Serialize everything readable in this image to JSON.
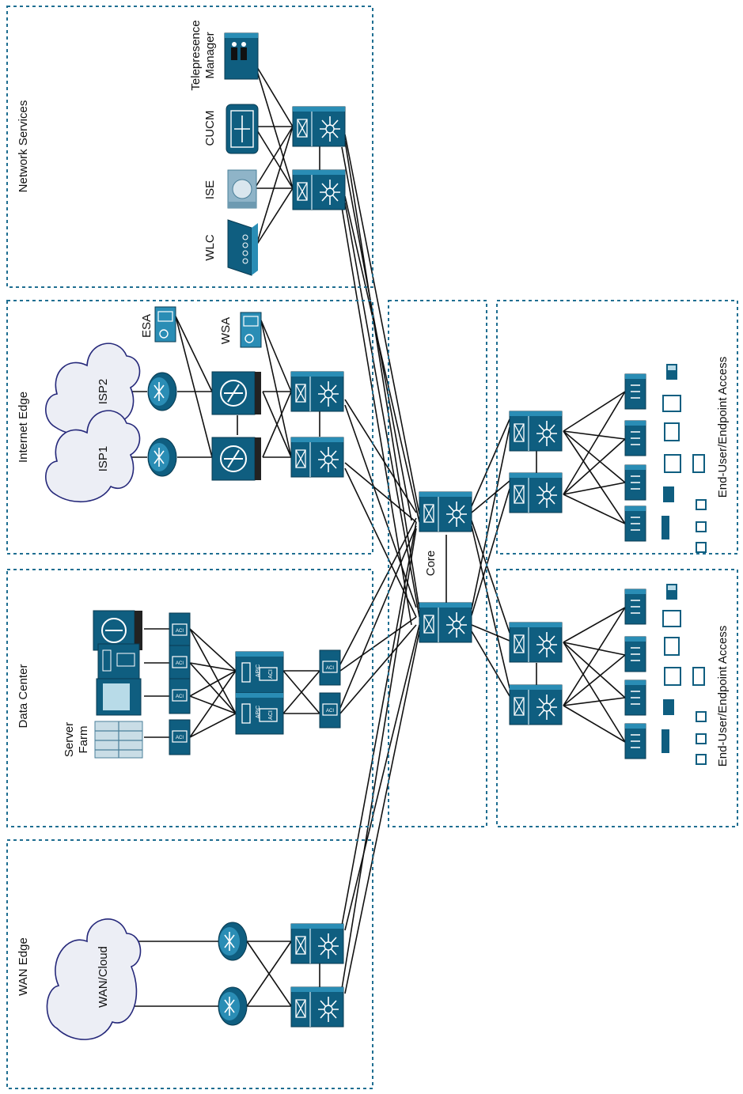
{
  "zones": {
    "network_services": "Network Services",
    "internet_edge": "Internet Edge",
    "data_center": "Data Center",
    "wan_edge": "WAN Edge",
    "core": "Core",
    "access_top": "End-User/Endpoint Access",
    "access_bottom": "End-User/Endpoint Access"
  },
  "devices": {
    "telepresence_line1": "Telepresence",
    "telepresence_line2": "Manager",
    "cucm": "CUCM",
    "ise": "ISE",
    "wlc": "WLC",
    "esa": "ESA",
    "wsa": "WSA",
    "server_farm_line1": "Server",
    "server_farm_line2": "Farm",
    "apic": "APIC",
    "aci": "ACI"
  },
  "clouds": {
    "isp1": "ISP1",
    "isp2": "ISP2",
    "wan": "WAN/Cloud"
  },
  "colors": {
    "device_fill": "#0f5e80",
    "device_light": "#2a8db5",
    "zone_border": "#1f6e91",
    "cloud_fill": "#eceef5",
    "cloud_stroke": "#25287a",
    "link": "#111111"
  }
}
